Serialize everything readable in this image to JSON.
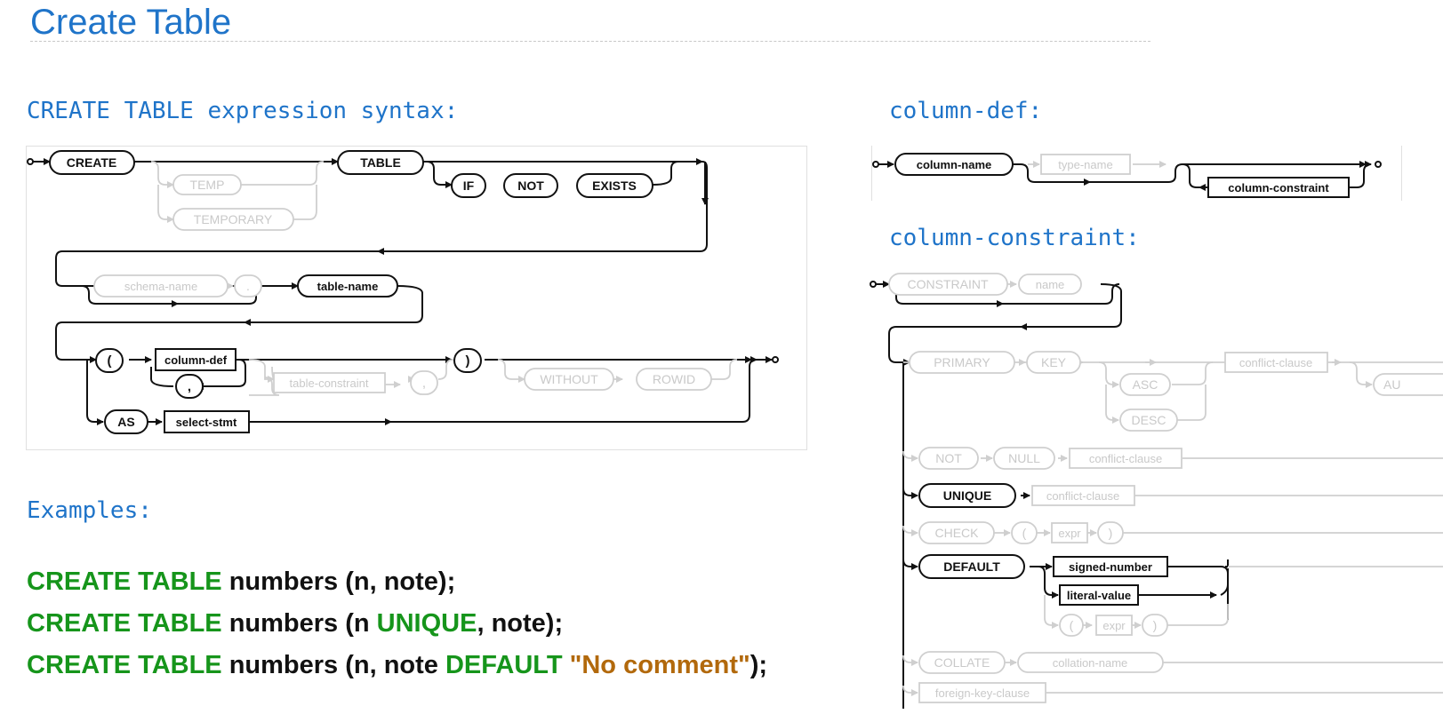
{
  "title": "Create Table",
  "sections": {
    "create_syntax": "CREATE TABLE expression syntax:",
    "column_def": "column-def:",
    "column_constraint": "column-constraint:",
    "examples": "Examples:"
  },
  "colors": {
    "heading": "#1f74c9",
    "keyword": "#16951b",
    "string": "#b2690c",
    "active": "#111111",
    "inactive": "#c9c9c9"
  },
  "create_table_diagram": {
    "create": "CREATE",
    "temp": "TEMP",
    "temporary": "TEMPORARY",
    "table": "TABLE",
    "if": "IF",
    "not": "NOT",
    "exists": "EXISTS",
    "schema_name": "schema-name",
    "dot": ".",
    "table_name": "table-name",
    "open_paren": "(",
    "column_def": "column-def",
    "comma": ",",
    "table_constraint": "table-constraint",
    "comma2": ",",
    "close_paren": ")",
    "without": "WITHOUT",
    "rowid": "ROWID",
    "as": "AS",
    "select_stmt": "select-stmt"
  },
  "column_def_diagram": {
    "column_name": "column-name",
    "type_name": "type-name",
    "column_constraint": "column-constraint"
  },
  "column_constraint_diagram": {
    "constraint": "CONSTRAINT",
    "name": "name",
    "primary": "PRIMARY",
    "key": "KEY",
    "asc": "ASC",
    "desc": "DESC",
    "conflict_clause_1": "conflict-clause",
    "au": "AU",
    "not": "NOT",
    "null": "NULL",
    "conflict_clause_2": "conflict-clause",
    "unique": "UNIQUE",
    "conflict_clause_3": "conflict-clause",
    "check": "CHECK",
    "check_open": "(",
    "check_expr": "expr",
    "check_close": ")",
    "default": "DEFAULT",
    "signed_number": "signed-number",
    "literal_value": "literal-value",
    "def_open": "(",
    "def_expr": "expr",
    "def_close": ")",
    "collate": "COLLATE",
    "collation_name": "collation-name",
    "foreign_key_clause": "foreign-key-clause"
  },
  "examples": [
    {
      "kw": "CREATE TABLE",
      "t1": " numbers (n, note);"
    },
    {
      "kw": "CREATE TABLE",
      "t1": " numbers (n ",
      "kw2": "UNIQUE",
      "t2": ", note);"
    },
    {
      "kw": "CREATE TABLE",
      "t1": " numbers (n, note ",
      "kw2": "DEFAULT",
      "t2": " ",
      "str": "\"No comment\"",
      "t3": ");"
    }
  ]
}
